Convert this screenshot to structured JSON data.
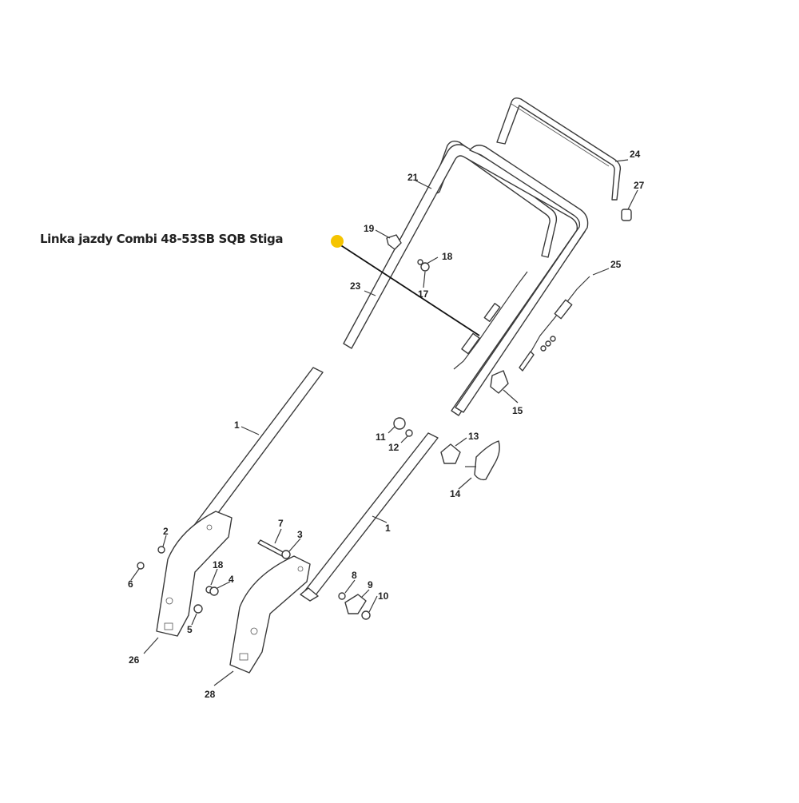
{
  "callout": {
    "label": "Linka jazdy Combi 48-53SB SQB Stiga",
    "marker_color": "#f5c400"
  },
  "parts": [
    "1",
    "1",
    "2",
    "3",
    "4",
    "5",
    "6",
    "7",
    "8",
    "9",
    "10",
    "11",
    "12",
    "13",
    "14",
    "15",
    "17",
    "18",
    "18",
    "19",
    "21",
    "23",
    "24",
    "25",
    "26",
    "27",
    "28"
  ]
}
